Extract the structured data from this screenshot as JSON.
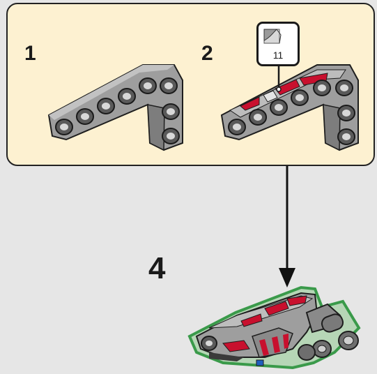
{
  "substeps": {
    "first_number": "1",
    "second_number": "2"
  },
  "sticker": {
    "number": "11"
  },
  "main_step": {
    "number": "4"
  },
  "colors": {
    "panel_background": "#fdf1d1",
    "part_gray": "#9b9b9b",
    "sticker_red": "#c8102e",
    "highlight_green": "#3a9a4a"
  }
}
